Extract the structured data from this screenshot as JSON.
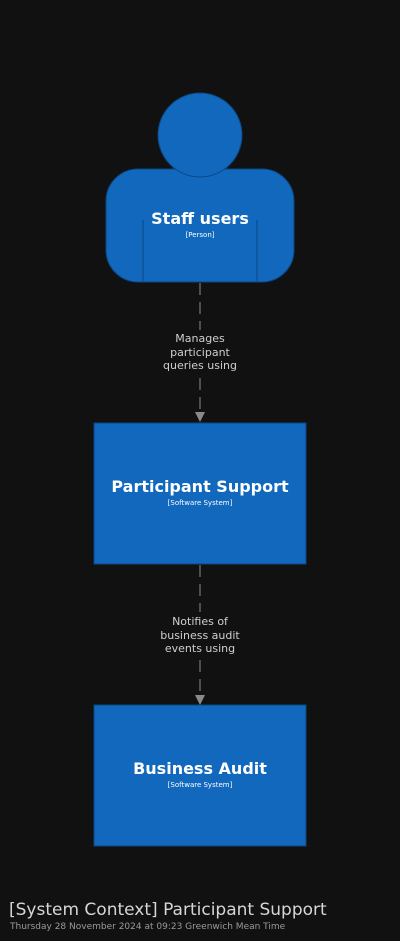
{
  "diagram": {
    "nodes": {
      "staff_users": {
        "name": "Staff users",
        "type": "[Person]"
      },
      "participant_support": {
        "name": "Participant Support",
        "type": "[Software System]"
      },
      "business_audit": {
        "name": "Business Audit",
        "type": "[Software System]"
      }
    },
    "edges": [
      {
        "from": "Staff users",
        "to": "Participant Support",
        "label_lines": [
          "Manages",
          "participant",
          "queries using"
        ]
      },
      {
        "from": "Participant Support",
        "to": "Business Audit",
        "label_lines": [
          "Notifies of",
          "business audit",
          "events using"
        ]
      }
    ]
  },
  "footer": {
    "title": "[System Context] Participant Support",
    "timestamp": "Thursday 28 November 2024 at 09:23 Greenwich Mean Time"
  },
  "colors": {
    "background": "#111111",
    "node_fill": "#1168bd",
    "node_stroke": "#0b4884",
    "edge": "#707070",
    "text": "#ffffff"
  }
}
